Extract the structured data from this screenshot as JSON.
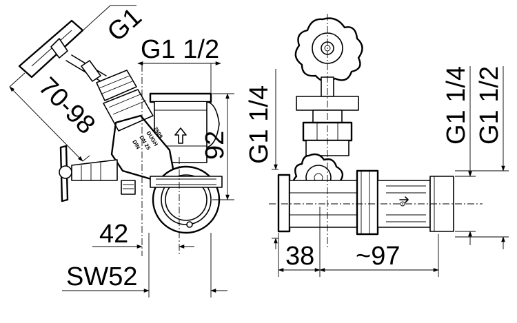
{
  "dimensions": {
    "g1": "G1",
    "g1_half_top": "G1 1/2",
    "range_70_98": "70-98",
    "d92": "92",
    "d42": "42",
    "sw52": "SW52",
    "g1_quarter_left": "G1 1/4",
    "g1_quarter_right": "G1 1/4",
    "g1_half_right": "G1 1/2",
    "d38": "38",
    "d97": "~97"
  },
  "body_marking": {
    "size": "2509",
    "type": "DUGH",
    "dn": "DN 25",
    "std": "DIN"
  }
}
